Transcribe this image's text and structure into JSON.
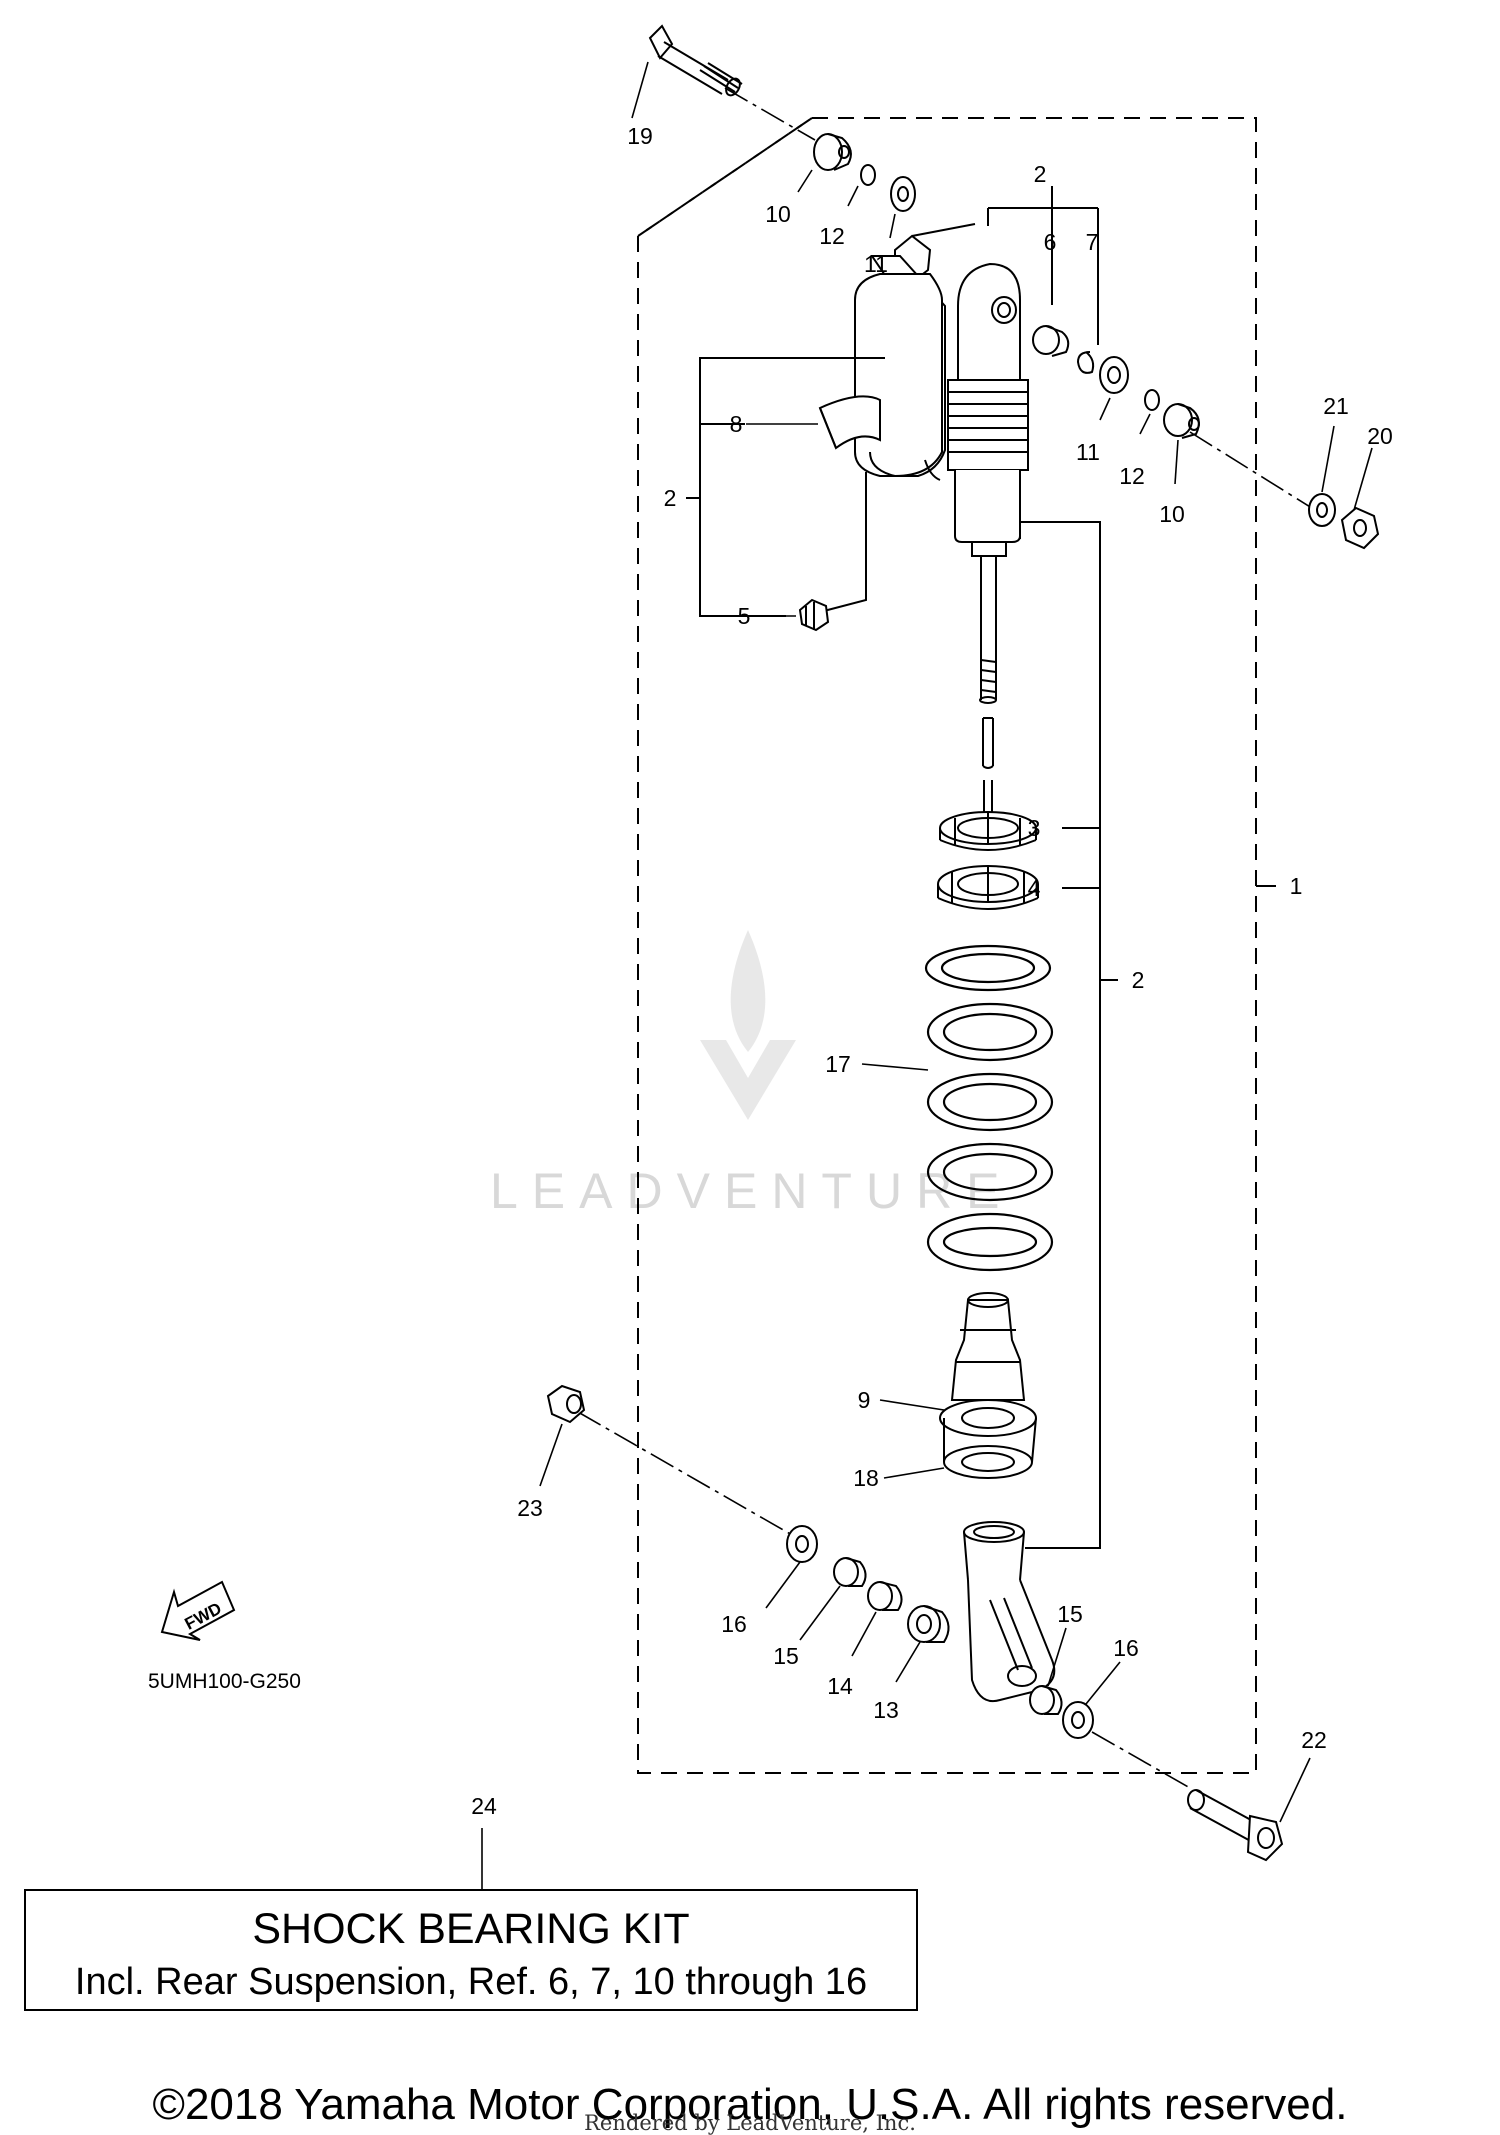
{
  "diagram": {
    "callouts": [
      {
        "id": "c19",
        "label": "19"
      },
      {
        "id": "c10a",
        "label": "10"
      },
      {
        "id": "c12a",
        "label": "12"
      },
      {
        "id": "c11a",
        "label": "11"
      },
      {
        "id": "c2a",
        "label": "2"
      },
      {
        "id": "c6",
        "label": "6"
      },
      {
        "id": "c7",
        "label": "7"
      },
      {
        "id": "c8",
        "label": "8"
      },
      {
        "id": "c2b",
        "label": "2"
      },
      {
        "id": "c11b",
        "label": "11"
      },
      {
        "id": "c12b",
        "label": "12"
      },
      {
        "id": "c10b",
        "label": "10"
      },
      {
        "id": "c21",
        "label": "21"
      },
      {
        "id": "c20",
        "label": "20"
      },
      {
        "id": "c5",
        "label": "5"
      },
      {
        "id": "c3",
        "label": "3"
      },
      {
        "id": "c4",
        "label": "4"
      },
      {
        "id": "c1",
        "label": "1"
      },
      {
        "id": "c2c",
        "label": "2"
      },
      {
        "id": "c17",
        "label": "17"
      },
      {
        "id": "c9",
        "label": "9"
      },
      {
        "id": "c18",
        "label": "18"
      },
      {
        "id": "c23",
        "label": "23"
      },
      {
        "id": "c16a",
        "label": "16"
      },
      {
        "id": "c15a",
        "label": "15"
      },
      {
        "id": "c14",
        "label": "14"
      },
      {
        "id": "c13",
        "label": "13"
      },
      {
        "id": "c15b",
        "label": "15"
      },
      {
        "id": "c16b",
        "label": "16"
      },
      {
        "id": "c22",
        "label": "22"
      },
      {
        "id": "c24",
        "label": "24"
      }
    ],
    "fwd_label": "FWD",
    "diagram_code": "5UMH100-G250",
    "watermark": "LEADVENTURE"
  },
  "kit": {
    "title": "SHOCK BEARING KIT",
    "description": "Incl. Rear Suspension, Ref. 6, 7, 10 through 16"
  },
  "footer": {
    "copyright": "©2018 Yamaha Motor Corporation, U.S.A. All rights reserved.",
    "rendered_by": "Rendered by LeadVenture, Inc."
  }
}
